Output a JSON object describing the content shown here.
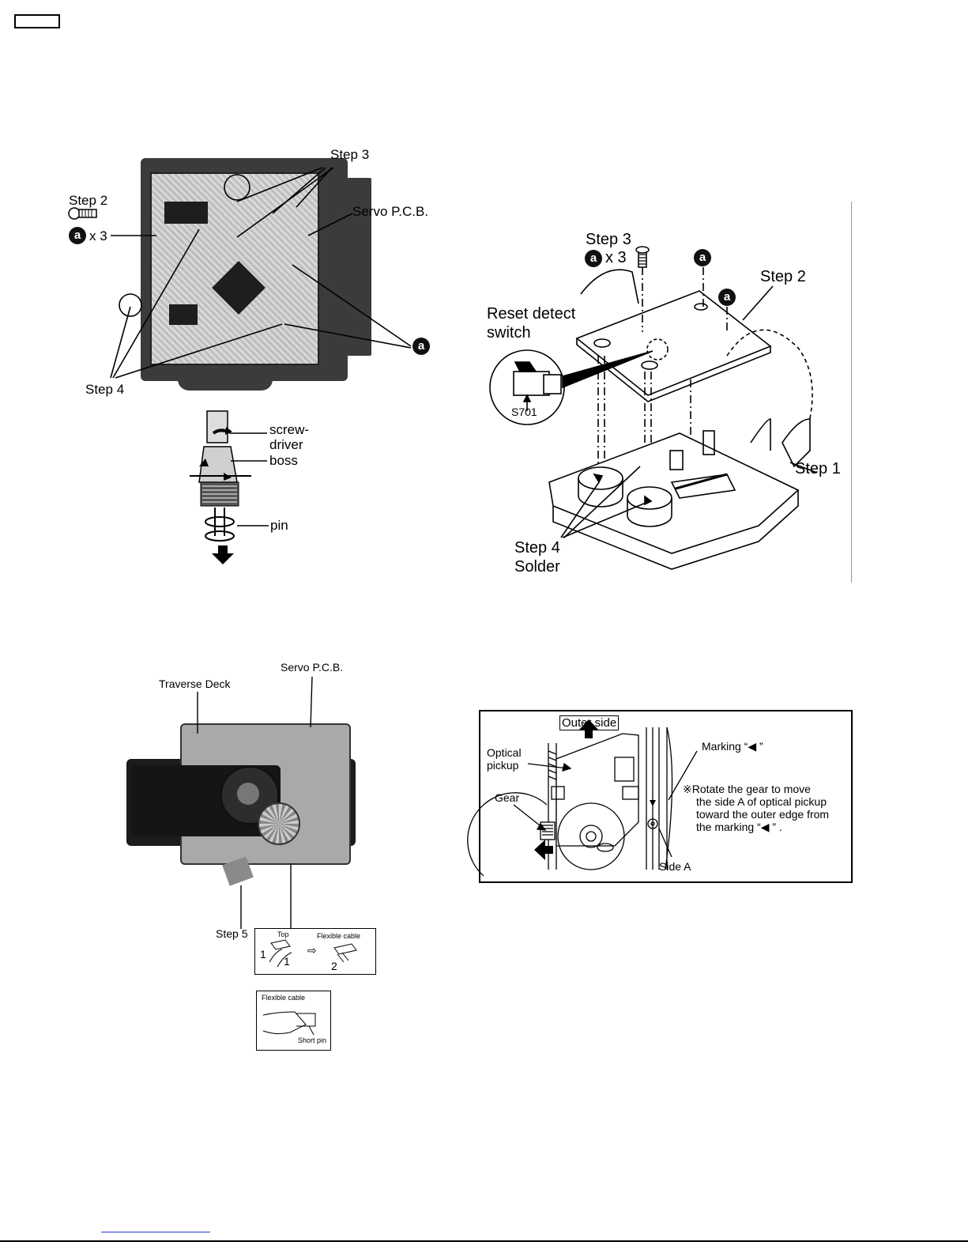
{
  "fig1": {
    "step3": "Step 3",
    "step2": "Step 2",
    "ax3": "x 3",
    "servo": "Servo P.C.B.",
    "badge_a": "a",
    "step4": "Step 4",
    "screwdriver_1": "screw-",
    "screwdriver_2": "driver",
    "boss": "boss",
    "pin": "pin"
  },
  "fig2": {
    "step3": "Step 3",
    "ax3": "x 3",
    "badge_a": "a",
    "step2": "Step 2",
    "reset_1": "Reset detect",
    "reset_2": "switch",
    "s701": "S701",
    "step1": "Step 1",
    "step4": "Step 4",
    "solder": "Solder"
  },
  "fig3": {
    "servo": "Servo P.C.B.",
    "traverse": "Traverse Deck",
    "step5": "Step 5",
    "top": "Top",
    "flex1": "Flexible cable",
    "num1a": "1",
    "num1b": "1",
    "num2": "2",
    "arrow": "⇨",
    "flex2": "Flexible cable",
    "short_pin": "Short pin"
  },
  "fig4": {
    "outer_side": "Outer side",
    "marking": "Marking “◀ ”",
    "optical_1": "Optical",
    "optical_2": "pickup",
    "gear": "Gear",
    "note_1": "※Rotate the gear to move",
    "note_2": "the side A of optical pickup",
    "note_3": "toward the outer edge from",
    "note_4": "the marking “◀ ” .",
    "side_a": "Side A"
  }
}
